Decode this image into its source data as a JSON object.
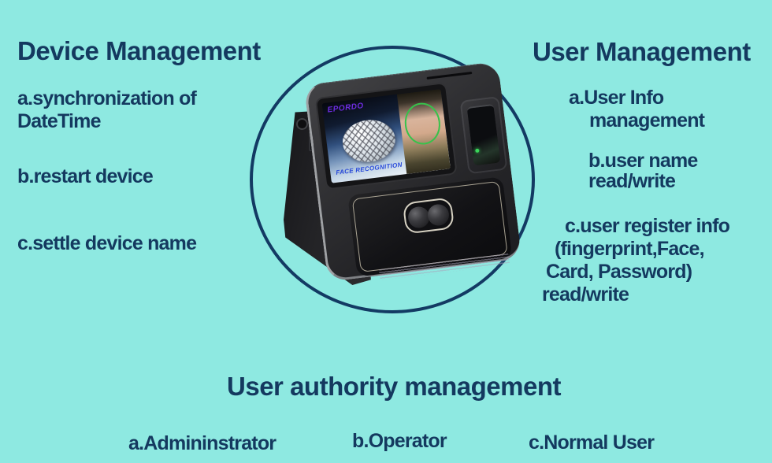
{
  "palette": {
    "background": "#8EE9E1",
    "text_navy": "#14395F",
    "circle_navy": "#133A63",
    "screen_logo_purple": "#6D2CE0",
    "screen_caption_blue": "#2748DA",
    "face_detect_green": "#37C24B"
  },
  "sections": {
    "device_management": {
      "title": "Device Management",
      "items": [
        {
          "lines": [
            "a.synchronization of",
            "DateTime"
          ]
        },
        {
          "lines": [
            "b.restart device"
          ]
        },
        {
          "lines": [
            "c.settle device name"
          ]
        }
      ]
    },
    "user_management": {
      "title": "User Management",
      "items": [
        {
          "lines": [
            "a.User Info",
            "management"
          ]
        },
        {
          "lines": [
            "b.user name",
            "read/write"
          ]
        },
        {
          "lines": [
            "c.user register info",
            "(fingerprint,Face,",
            "Card, Password)",
            "read/write"
          ]
        }
      ]
    },
    "user_authority": {
      "title": "User authority management",
      "items": [
        "a.Admininstrator",
        "b.Operator",
        "c.Normal User"
      ]
    }
  },
  "device": {
    "screen_logo": "EPORDO",
    "screen_caption": "FACE RECOGNITION"
  }
}
